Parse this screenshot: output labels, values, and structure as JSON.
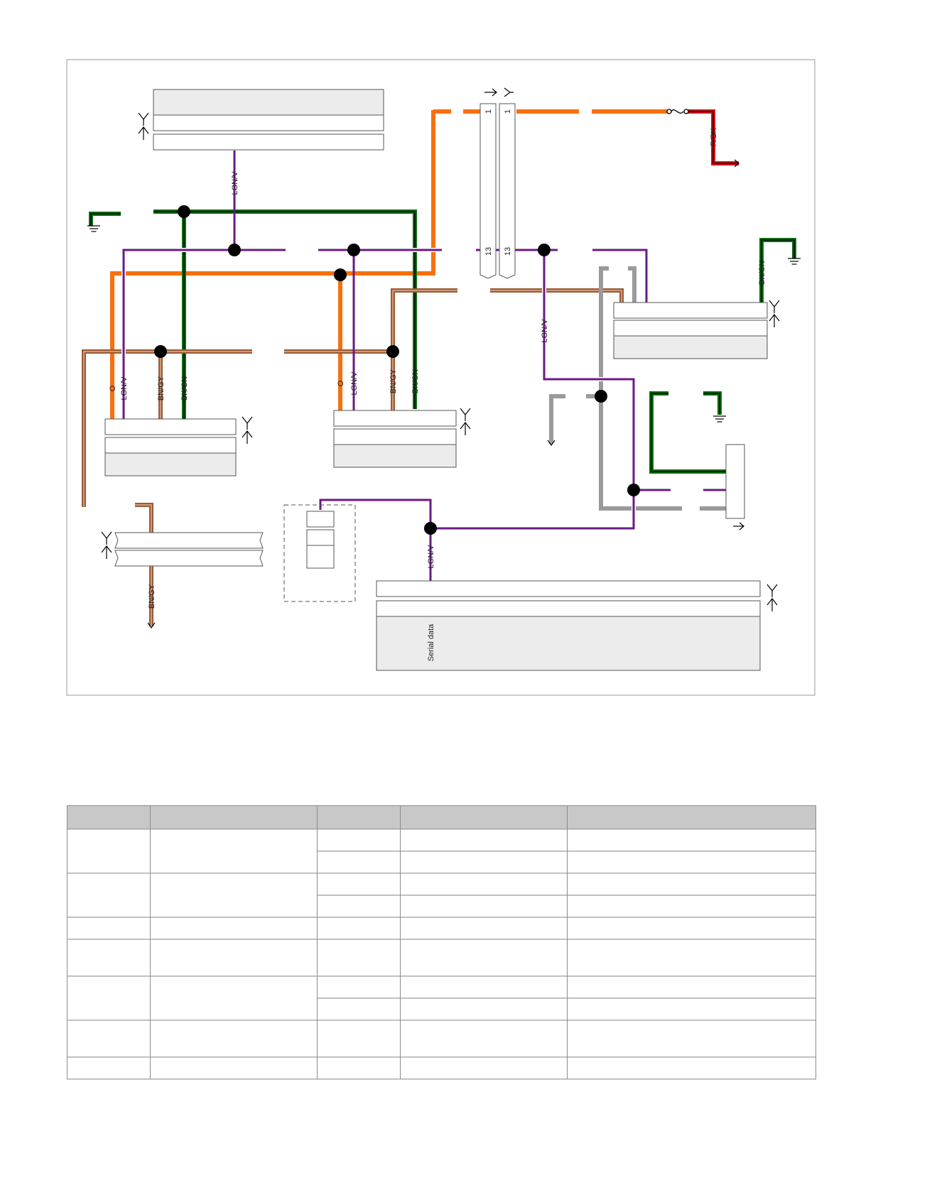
{
  "wire_labels": {
    "lgnv": "LGN/V",
    "o": "O",
    "bngy": "BN/GY",
    "bkgn": "BK/GN",
    "rbk": "R/BK",
    "serial": "Serial data"
  },
  "pin_numbers": {
    "top": "1",
    "bottom": "13"
  },
  "colors": {
    "orange": "#f7700e",
    "purple": "#6b1a86",
    "green": "#0b6e12",
    "brown": "#9a5a35",
    "red": "#d4141b",
    "grey": "#9a9a9a",
    "box_fill": "#ececec",
    "node": "#000000"
  },
  "icons": [
    "ground-icon",
    "fuse-icon",
    "connector-arrow-icon"
  ],
  "table": {
    "columns": [
      "",
      "",
      "",
      "",
      ""
    ],
    "rows": [
      {
        "cells": [
          "",
          "",
          "",
          "",
          ""
        ],
        "sub": [
          [
            "",
            "",
            ""
          ],
          [
            "",
            "",
            ""
          ]
        ]
      },
      {
        "cells": [
          "",
          "",
          "",
          "",
          ""
        ],
        "sub": [
          [
            "",
            "",
            ""
          ],
          [
            "",
            "",
            ""
          ]
        ]
      },
      {
        "cells": [
          "",
          "",
          "",
          "",
          ""
        ]
      },
      {
        "cells": [
          "",
          "",
          "",
          "",
          ""
        ],
        "tall": true
      },
      {
        "cells": [
          "",
          "",
          "",
          "",
          ""
        ],
        "sub": [
          [
            "",
            "",
            ""
          ],
          [
            "",
            "",
            ""
          ]
        ]
      },
      {
        "cells": [
          "",
          "",
          "",
          "",
          ""
        ],
        "tall": true
      },
      {
        "cells": [
          "",
          "",
          "",
          "",
          ""
        ]
      }
    ]
  }
}
